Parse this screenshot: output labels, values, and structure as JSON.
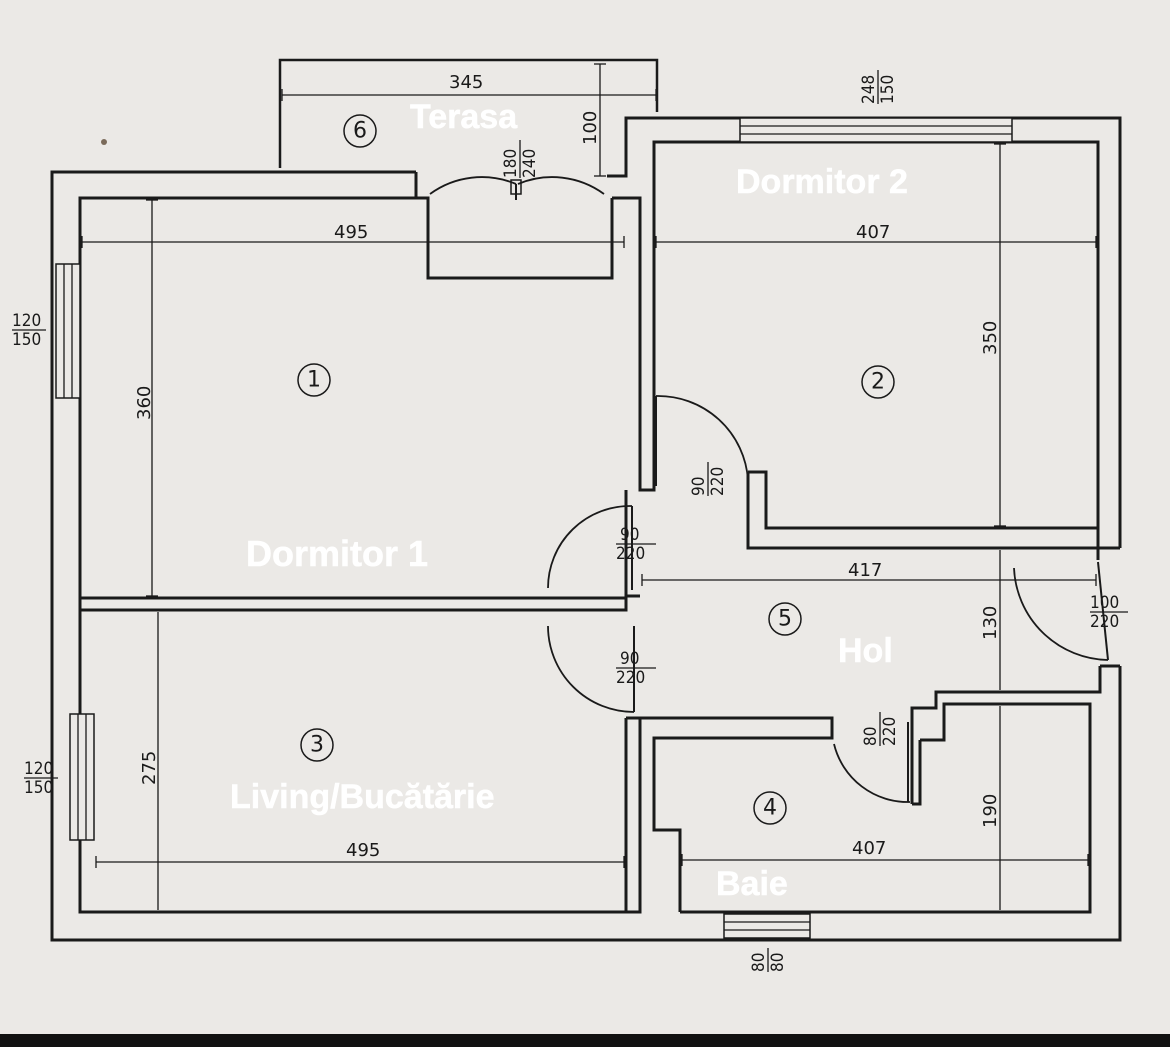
{
  "rooms": [
    {
      "id": "1",
      "name": "Dormitor 1"
    },
    {
      "id": "2",
      "name": "Dormitor 2"
    },
    {
      "id": "3",
      "name": "Living/Bucătărie"
    },
    {
      "id": "4",
      "name": "Baie"
    },
    {
      "id": "5",
      "name": "Hol"
    },
    {
      "id": "6",
      "name": "Terasa"
    }
  ],
  "dimensions": {
    "terasa_width": "345",
    "terasa_depth": "100",
    "dormitor1_width": "495",
    "dormitor1_depth": "360",
    "dormitor2_width": "407",
    "dormitor2_depth": "350",
    "hol_width": "417",
    "hol_depth": "130",
    "living_width": "495",
    "living_depth": "275",
    "baie_width": "407",
    "baie_depth": "190"
  },
  "openings": {
    "terasa_door": {
      "w": "180",
      "h": "240"
    },
    "dormitor2_window": {
      "w": "248",
      "h": "150"
    },
    "dormitor1_window": {
      "w": "120",
      "h": "150"
    },
    "living_window": {
      "w": "120",
      "h": "150"
    },
    "dormitor2_door": {
      "w": "90",
      "h": "220"
    },
    "dormitor1_door": {
      "w": "90",
      "h": "220"
    },
    "living_door": {
      "w": "90",
      "h": "220"
    },
    "baie_door": {
      "w": "80",
      "h": "220"
    },
    "entrance_door": {
      "w": "100",
      "h": "220"
    },
    "baie_window": {
      "w": "80",
      "h": "80"
    }
  },
  "colors": {
    "background": "#ebe9e6",
    "ink": "#1a1a1a",
    "label": "#ffffff"
  }
}
